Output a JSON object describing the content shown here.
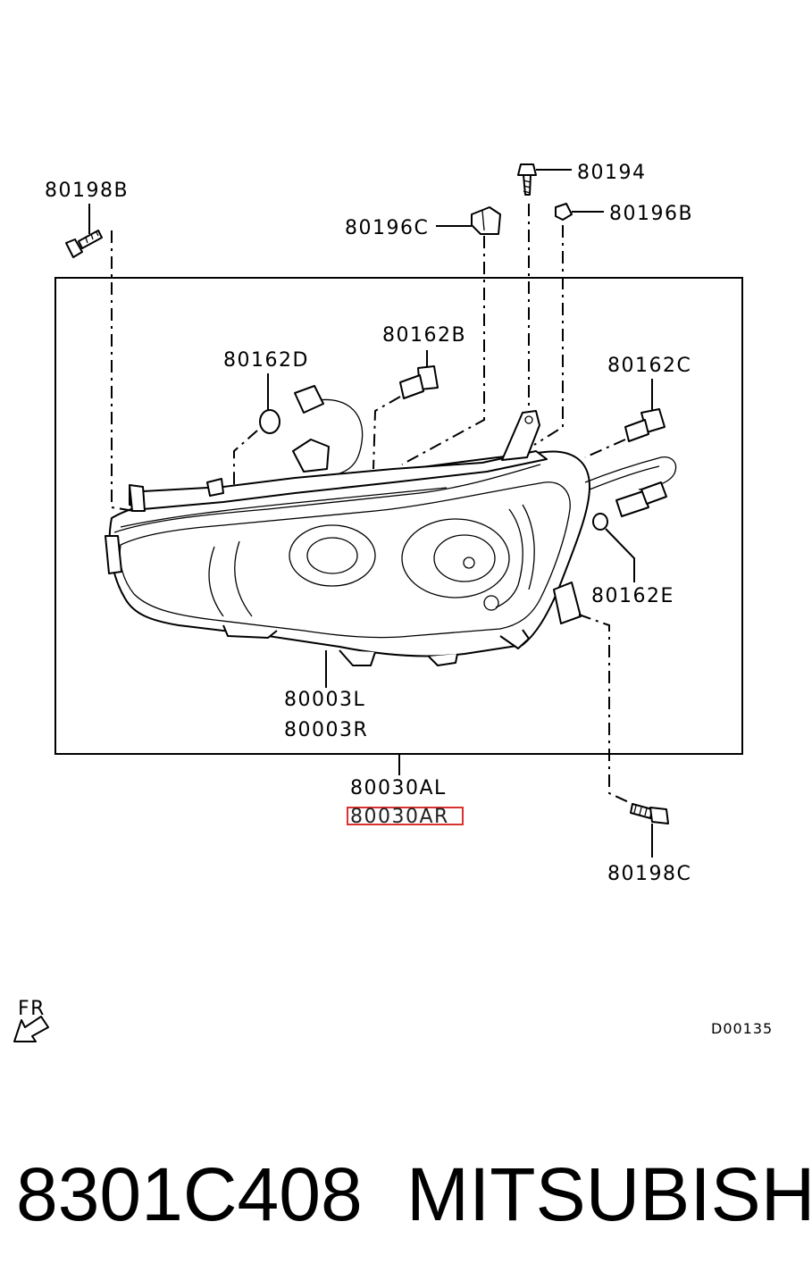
{
  "parts": {
    "p80198B": "80198B",
    "p80194": "80194",
    "p80196C": "80196C",
    "p80196B": "80196B",
    "p80162B": "80162B",
    "p80162D": "80162D",
    "p80162C": "80162C",
    "p80162E": "80162E",
    "p80003L": "80003L",
    "p80003R": "80003R",
    "p80030AL": "80030AL",
    "p80030AR": "80030AR",
    "p80198C": "80198C"
  },
  "direction_label": "FR",
  "diagram_code": "D00135",
  "highlight_color": "#d9312e",
  "footer": {
    "part_number": "8301C408",
    "brand": "MITSUBISHI"
  }
}
